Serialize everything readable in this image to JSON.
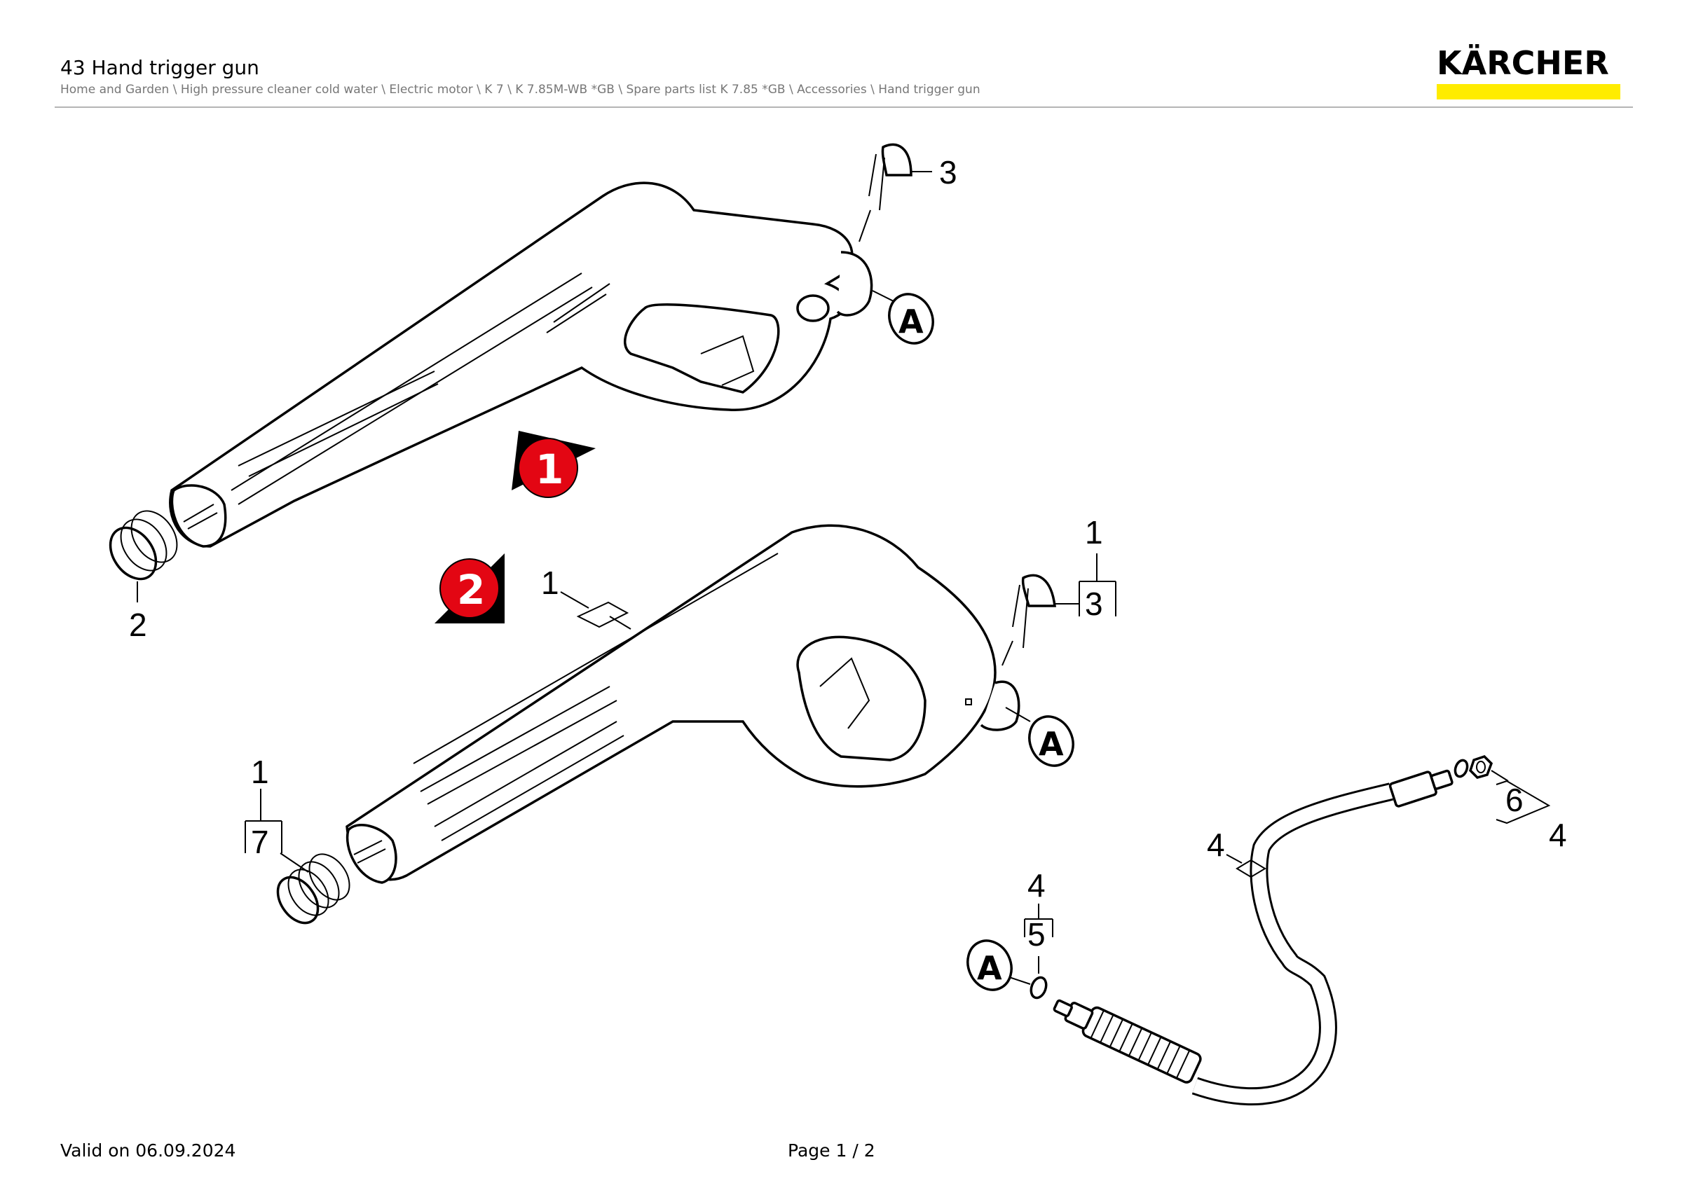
{
  "header": {
    "title": "43 Hand trigger gun",
    "breadcrumb": "Home and Garden \\ High pressure cleaner cold water \\ Electric motor \\ K 7 \\ K 7.85M-WB *GB \\ Spare parts list K 7.85 *GB \\ Accessories \\ Hand trigger gun",
    "logo": "KÄRCHER"
  },
  "colors": {
    "brand_yellow": "#ffec00",
    "marker_red": "#e30613"
  },
  "diagram": {
    "variant_markers": [
      "1",
      "2"
    ],
    "connector_label": "A",
    "callouts": {
      "gun1_clip": "3",
      "gun1_spring": "2",
      "gun2_housing": "1",
      "gun2_clip_group": "1",
      "gun2_clip": "3",
      "gun2_spring_group": "1",
      "gun2_spring": "7",
      "hose": "4",
      "oring_group": "4",
      "oring": "5",
      "hose_end": "6",
      "hose_end_group": "4"
    }
  },
  "footer": {
    "valid": "Valid on 06.09.2024",
    "page": "Page 1 / 2"
  }
}
